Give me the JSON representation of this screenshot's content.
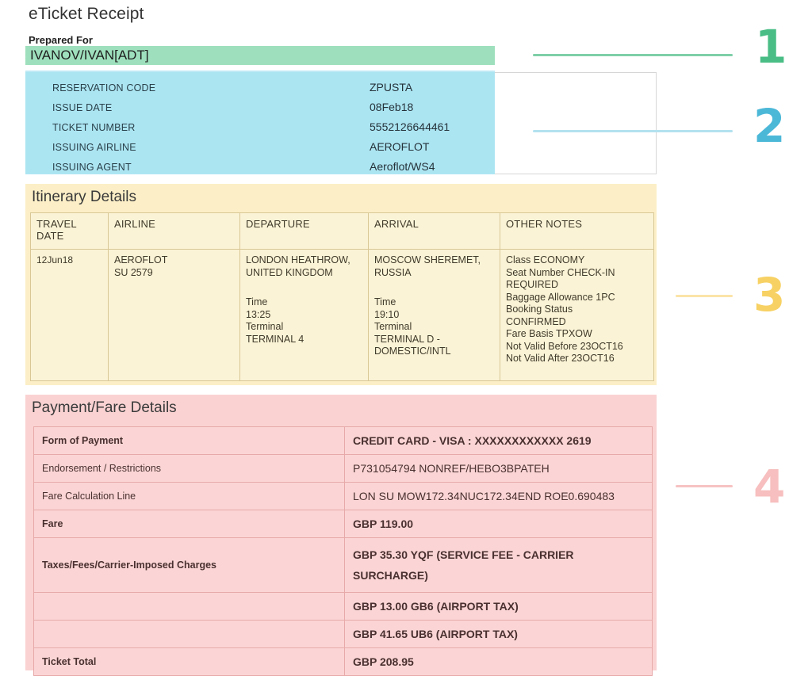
{
  "document": {
    "title": "eTicket Receipt"
  },
  "prepared_for": {
    "label": "Prepared For",
    "passenger": "IVANOV/IVAN[ADT]"
  },
  "reservation": {
    "rows": [
      {
        "key": "RESERVATION CODE",
        "value": "ZPUSTA"
      },
      {
        "key": "ISSUE DATE",
        "value": "08Feb18"
      },
      {
        "key": "TICKET NUMBER",
        "value": "5552126644461"
      },
      {
        "key": "ISSUING AIRLINE",
        "value": "AEROFLOT"
      },
      {
        "key": "ISSUING AGENT",
        "value": "Aeroflot/WS4"
      }
    ]
  },
  "itinerary": {
    "heading": "Itinerary Details",
    "headers": [
      "TRAVEL DATE",
      "AIRLINE",
      "DEPARTURE",
      "ARRIVAL",
      "OTHER NOTES"
    ],
    "row": {
      "travel_date": "12Jun18",
      "airline_name": "AEROFLOT",
      "flight_number": "SU 2579",
      "departure_city": "LONDON HEATHROW,",
      "departure_country": "UNITED KINGDOM",
      "departure_time_label": "Time",
      "departure_time": "13:25",
      "departure_terminal_label": "Terminal",
      "departure_terminal": "TERMINAL 4",
      "arrival_city": "MOSCOW SHEREMET,",
      "arrival_country": "RUSSIA",
      "arrival_time_label": "Time",
      "arrival_time": "19:10",
      "arrival_terminal_label": "Terminal",
      "arrival_terminal": "TERMINAL D -",
      "arrival_terminal_2": "DOMESTIC/INTL",
      "notes": [
        "Class   ECONOMY",
        "Seat Number  CHECK-IN",
        "REQUIRED",
        "Baggage Allowance   1PC",
        "Booking Status",
        " CONFIRMED",
        "Fare Basis   TPXOW",
        "Not Valid Before  23OCT16",
        "Not Valid After  23OCT16"
      ]
    }
  },
  "payment": {
    "heading": "Payment/Fare Details",
    "rows": [
      {
        "key": "Form of Payment",
        "value": "CREDIT CARD - VISA : XXXXXXXXXXXX 2619"
      },
      {
        "key": "Endorsement / Restrictions",
        "value": "P731054794 NONREF/HEBO3BPATEH"
      },
      {
        "key": "Fare Calculation Line",
        "value": "LON SU MOW172.34NUC172.34END ROE0.690483"
      },
      {
        "key": "Fare",
        "value": "GBP 119.00"
      },
      {
        "key": "Taxes/Fees/Carrier-Imposed Charges",
        "value": "GBP 35.30 YQF (SERVICE FEE - CARRIER SURCHARGE)"
      },
      {
        "key": "",
        "value": "GBP 13.00 GB6 (AIRPORT TAX)"
      },
      {
        "key": "",
        "value": "GBP 41.65 UB6 (AIRPORT TAX)"
      },
      {
        "key": "Ticket Total",
        "value": "GBP 208.95"
      }
    ]
  },
  "annotations": {
    "markers": [
      {
        "number": "1",
        "color": "#49bd85"
      },
      {
        "number": "2",
        "color": "#4cb8d8"
      },
      {
        "number": "3",
        "color": "#f7d163"
      },
      {
        "number": "4",
        "color": "#f7bfbf"
      }
    ]
  },
  "colors": {
    "prepared_for_band": "#9ee0bd",
    "reservation_band": "#ace5f2",
    "itinerary_band": "#fcefc7",
    "payment_band": "#fad2d2"
  }
}
